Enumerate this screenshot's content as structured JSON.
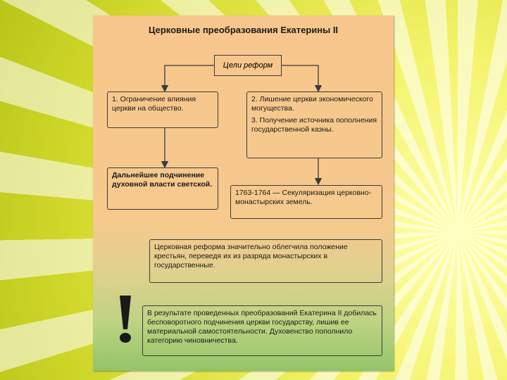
{
  "title": "Церковные преобразования Екатерины II",
  "goals_label": "Цели реформ",
  "box_left_top": "1. Ограничение влияния церкви на общество.",
  "box_right_top": {
    "item2": "2. Лишение церкви экономического могущества.",
    "item3": "3. Получение источника пополнения государственной казны."
  },
  "box_left_bottom": "Дальнейшее подчинение духовной власти светской.",
  "box_right_bottom": "1763-1764 — Секуляризация церковно-монастырских земель.",
  "reform_box": "Церковная реформа значительно облегчила положение крестьян, переведя их из разряда монастырских в государственные.",
  "result_box": "В результате проведенных преобразований Екатерина II добилась бесповоротного подчинения церкви государству, лишив ее материальной самостоятельности. Духовенство пополнило категорию чиновничества.",
  "colors": {
    "slide_top": "#f7c68c",
    "slide_bottom": "#93c46a",
    "background": "#e8ec4a"
  }
}
